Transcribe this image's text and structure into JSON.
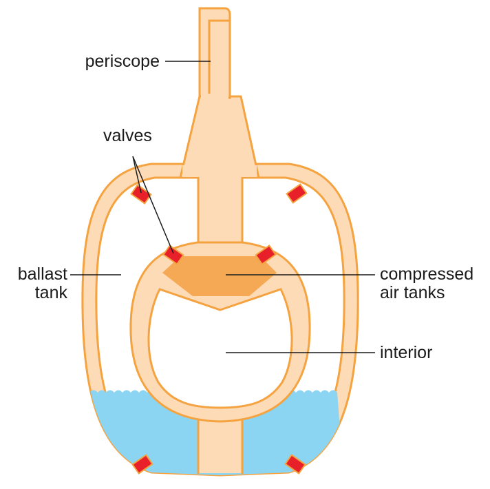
{
  "labels": {
    "periscope": "periscope",
    "valves": "valves",
    "ballast_tank_line1": "ballast",
    "ballast_tank_line2": "tank",
    "compressed_line1": "compressed",
    "compressed_line2": "air tanks",
    "interior": "interior"
  },
  "colors": {
    "hull_fill": "#fddbb6",
    "hull_stroke": "#f4a340",
    "air_tank_fill": "#f6a955",
    "valve_fill": "#e8202a",
    "water_fill": "#8bd4f2",
    "leader_line": "#1a1a1a"
  }
}
